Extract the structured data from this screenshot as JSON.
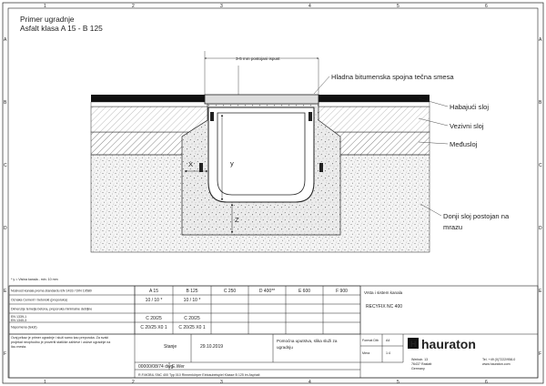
{
  "title": {
    "line1": "Primer ugradnje",
    "line2": "Asfalt klasa A 15 - B 125"
  },
  "border": {
    "top_numbers": [
      "1",
      "2",
      "3",
      "4",
      "5",
      "6"
    ],
    "side_letters": [
      "A",
      "B",
      "C",
      "D",
      "E",
      "F"
    ]
  },
  "annotations": {
    "gap": "3-5 mm postojani ispust",
    "sealant": "Hladna bitumenska spojna tečna smesa",
    "wearing_layer": "Habajući sloj",
    "binder_layer": "Vezivni sloj",
    "intermediate_layer": "Međusloj",
    "frost_layer_1": "Donji sloj postojan na",
    "frost_layer_2": "mrazu",
    "dim_x": "X",
    "dim_y": "y",
    "dim_z": "Z"
  },
  "footnote": "* y = Visina kanala - min. 10 mm",
  "title_block": {
    "row1_label": "Nosivost kanala prema standardu EN 1433 / DIN 19580",
    "row2_label": "Oznaka Cement / betonski (preporuka)",
    "row3_label": "Dimenzije temelja betona, preporuka minimalne debljine",
    "row4_label_a": "EN 1339-1",
    "row4_label_b": "EN 1340-3",
    "row5_label": "Napomena (tekst)",
    "classes": [
      "A 15",
      "B 125",
      "C 250",
      "D 400**",
      "E 600",
      "F 900"
    ],
    "row2_values": [
      "10 / 10 *",
      "10 / 10 *",
      "",
      "",
      "",
      ""
    ],
    "row3_values": [
      "",
      "",
      "",
      "",
      "",
      ""
    ],
    "row4_values": [
      "C 20/25",
      "C 20/25",
      "",
      "",
      "",
      ""
    ],
    "row5_values": [
      "C 20/25 X0 1",
      "C 20/25 X0 1",
      "",
      "",
      "",
      ""
    ],
    "disclaimer": "Ovaj prikaz je primer ugradnje i služi samo kao preporuka. Za svaki projekat neophodno je proveriti statičke zahteve i uslove ugradnje na licu mesta.",
    "drawing_number": "00000/08/74 dwg",
    "drawn_by": "E.Wer",
    "status_label": "Stanje",
    "status_date": "29.10.2019",
    "description_1": "Pomoćna uputstva, slika služi za",
    "description_2": "ugradnju",
    "product_label": "Vrsta i sistem kanala",
    "product": "RECYFIX NC 400",
    "format_label": "Format Dtb",
    "format_value": "A4",
    "scale_label": "Mera",
    "scale_value": "1:4",
    "reference": "R.F.MOBIL SNC 400 Typ 010 Rinnenkörper Einbaubeispiel Klasse B 125 im Asphalt"
  },
  "company": {
    "name": "hauraton",
    "address_1": "Werkstr. 13",
    "address_2": "76437 Rastatt",
    "address_3": "Germany",
    "phone": "Tel. +49 (0)7222/958-0",
    "web": "www.hauraton.com"
  },
  "colors": {
    "line": "#1a1a1a",
    "asphalt": "#111111",
    "concrete_fill": "#e9e9e9",
    "subbase_fill": "#f1f1f1",
    "channel_fill": "#ffffff"
  }
}
